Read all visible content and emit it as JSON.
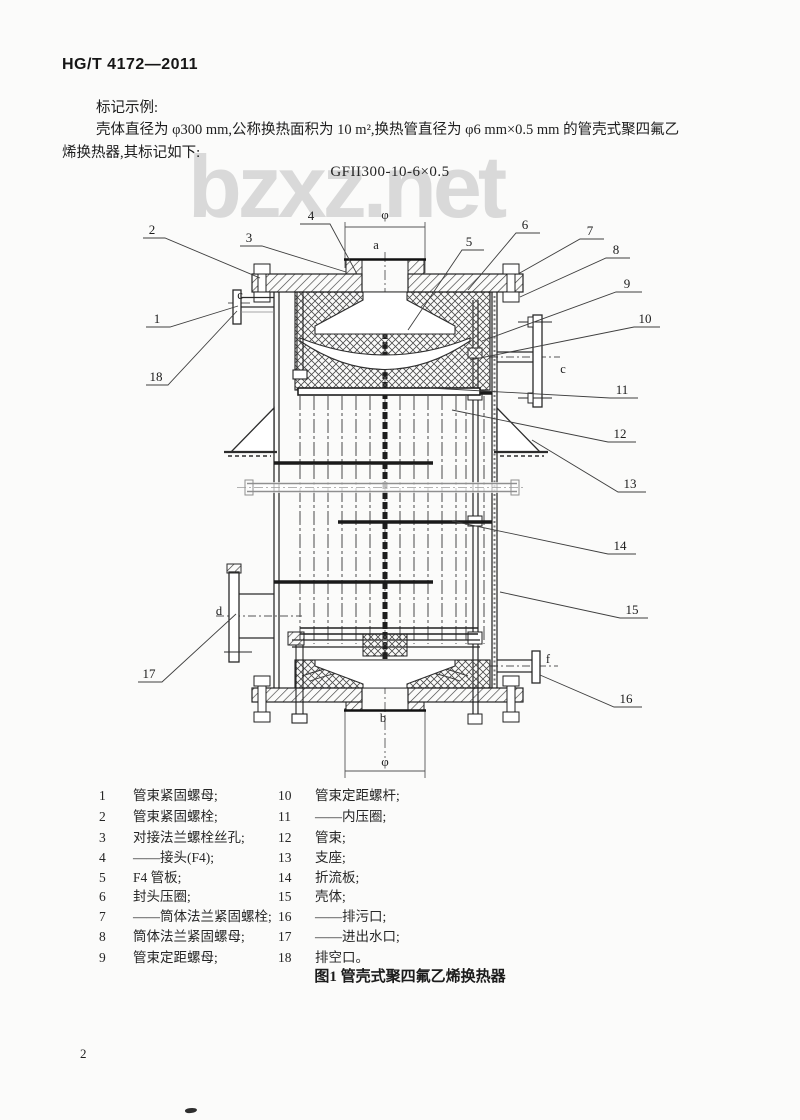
{
  "page": {
    "header": "HG/T 4172—2011",
    "page_number": "2"
  },
  "watermark": {
    "text": "bzxz.net"
  },
  "content": {
    "example_label": "标记示例:",
    "body_line1": "壳体直径为 φ300 mm,公称换热面积为 10 m²,换热管直径为 φ6 mm×0.5 mm 的管壳式聚四氟乙",
    "body_line2": "烯换热器,其标记如下:",
    "designation": "GFII300-10-6×0.5"
  },
  "figure": {
    "caption": "图1  管壳式聚四氟乙烯换热器",
    "callouts": [
      "1",
      "2",
      "3",
      "4",
      "5",
      "6",
      "7",
      "8",
      "9",
      "10",
      "11",
      "12",
      "13",
      "14",
      "15",
      "16",
      "17",
      "18"
    ],
    "letters": {
      "a": "a",
      "b": "b",
      "c": "c",
      "d": "d",
      "f": "f",
      "phi": "φ"
    }
  },
  "legend": {
    "left": [
      {
        "num": "1",
        "label": "管束紧固螺母;"
      },
      {
        "num": "2",
        "label": "管束紧固螺栓;"
      },
      {
        "num": "3",
        "label": "对接法兰螺栓丝孔;"
      },
      {
        "num": "4",
        "label": "——接头(F4);"
      },
      {
        "num": "5",
        "label": "F4 管板;"
      },
      {
        "num": "6",
        "label": "封头压圈;"
      },
      {
        "num": "7",
        "label": "——筒体法兰紧固螺栓;"
      },
      {
        "num": "8",
        "label": "筒体法兰紧固螺母;"
      },
      {
        "num": "9",
        "label": "管束定距螺母;"
      }
    ],
    "right": [
      {
        "num": "10",
        "label": "管束定距螺杆;"
      },
      {
        "num": "11",
        "label": "——内压圈;"
      },
      {
        "num": "12",
        "label": "管束;"
      },
      {
        "num": "13",
        "label": "支座;"
      },
      {
        "num": "14",
        "label": "折流板;"
      },
      {
        "num": "15",
        "label": "壳体;"
      },
      {
        "num": "16",
        "label": "——排污口;"
      },
      {
        "num": "17",
        "label": "——进出水口;"
      },
      {
        "num": "18",
        "label": "排空口。"
      }
    ]
  }
}
